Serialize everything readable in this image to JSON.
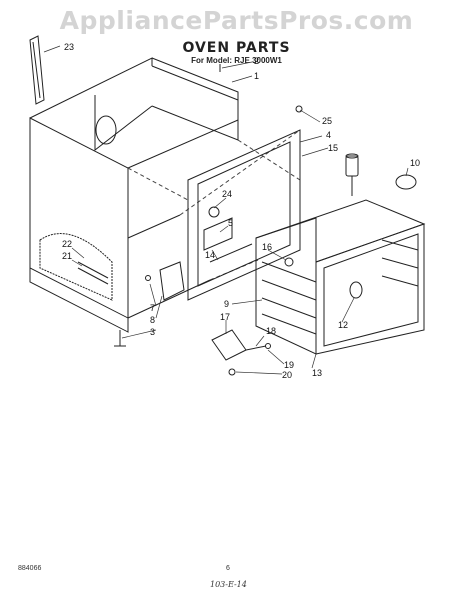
{
  "watermark": "AppliancePartsPros.com",
  "title": "OVEN PARTS",
  "subtitle": "For Model: RJE 3000W1",
  "part_labels": [
    "23",
    "2",
    "1",
    "25",
    "4",
    "15",
    "10",
    "24",
    "5",
    "14",
    "22",
    "21",
    "16",
    "7",
    "8",
    "3",
    "9",
    "12",
    "17",
    "18",
    "19",
    "20",
    "13"
  ],
  "footer": {
    "code": "884066",
    "page": "6",
    "handwritten": "103-E-14"
  }
}
